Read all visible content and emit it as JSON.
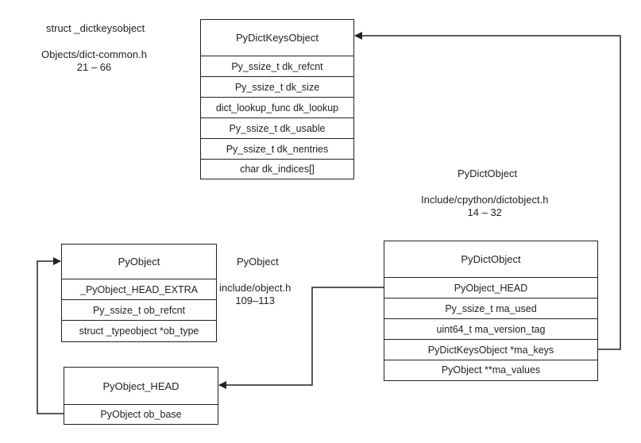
{
  "notes": {
    "dictkeys_struct": "struct _dictkeysobject",
    "dictkeys_file": "Objects/dict-common.h",
    "dictkeys_lines": "21 – 66",
    "dict_struct": "PyDictObject",
    "dict_file": "Include/cpython/dictobject.h",
    "dict_lines": "14 – 32",
    "obj_struct": "PyObject",
    "obj_file": "include/object.h",
    "obj_lines": "109–113"
  },
  "keys_box": {
    "title": "PyDictKeysObject",
    "fields": [
      "Py_ssize_t dk_refcnt",
      "Py_ssize_t dk_size",
      "dict_lookup_func dk_lookup",
      "Py_ssize_t dk_usable",
      "Py_ssize_t dk_nentries",
      "char dk_indices[]"
    ]
  },
  "pyobject_box": {
    "title": "PyObject",
    "fields": [
      "_PyObject_HEAD_EXTRA",
      "Py_ssize_t ob_refcnt",
      "struct _typeobject *ob_type"
    ]
  },
  "head_box": {
    "title": "PyObject_HEAD",
    "fields": [
      "PyObject ob_base"
    ]
  },
  "dict_box": {
    "title": "PyDictObject",
    "fields": [
      "PyObject_HEAD",
      "Py_ssize_t ma_used",
      "uint64_t ma_version_tag",
      "PyDictKeysObject *ma_keys",
      "PyObject **ma_values"
    ]
  }
}
